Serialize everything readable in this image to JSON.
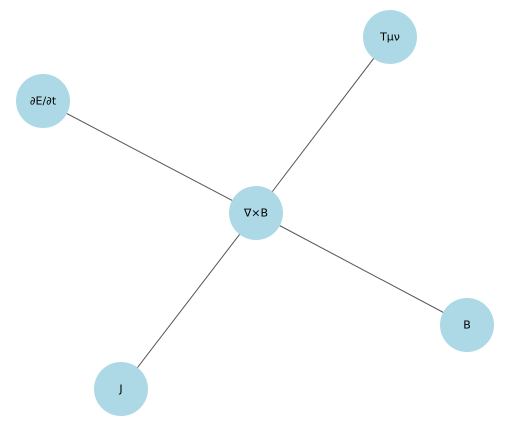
{
  "diagram": {
    "type": "graph",
    "node_color": "#add8e6",
    "edge_color": "#555555",
    "nodes": [
      {
        "id": "center",
        "label": "∇×B"
      },
      {
        "id": "tmunu",
        "label": "Tμν"
      },
      {
        "id": "dedt",
        "label": "∂E/∂t"
      },
      {
        "id": "b",
        "label": "B"
      },
      {
        "id": "j",
        "label": "J"
      }
    ],
    "edges": [
      {
        "from": "center",
        "to": "tmunu"
      },
      {
        "from": "center",
        "to": "dedt"
      },
      {
        "from": "center",
        "to": "b"
      },
      {
        "from": "center",
        "to": "j"
      }
    ]
  }
}
